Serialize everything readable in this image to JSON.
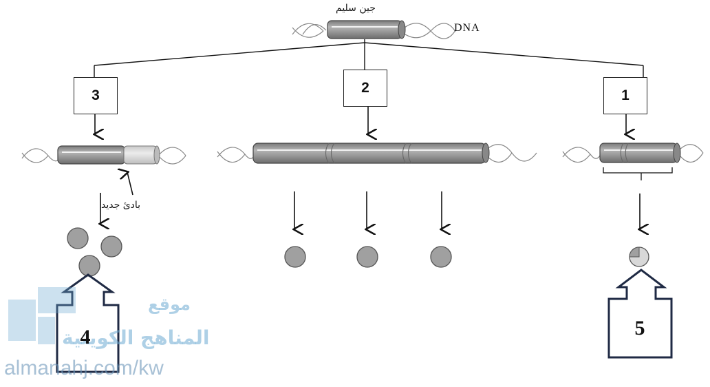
{
  "labels": {
    "healthy_gene": "جين سليم",
    "dna": "DNA",
    "new_promoter": "بادئ جديد"
  },
  "boxes": [
    "3",
    "2",
    "1"
  ],
  "callouts": [
    "4",
    "5"
  ],
  "watermark": {
    "line1": "موقع",
    "line2": "المناهج الكويتية",
    "url": "almanahj.com/kw"
  },
  "colors": {
    "gene_body": "#9a9a9a",
    "protein": "#a0a0a0",
    "callout_border": "#1f2a44",
    "watermark": "#6caad2"
  }
}
